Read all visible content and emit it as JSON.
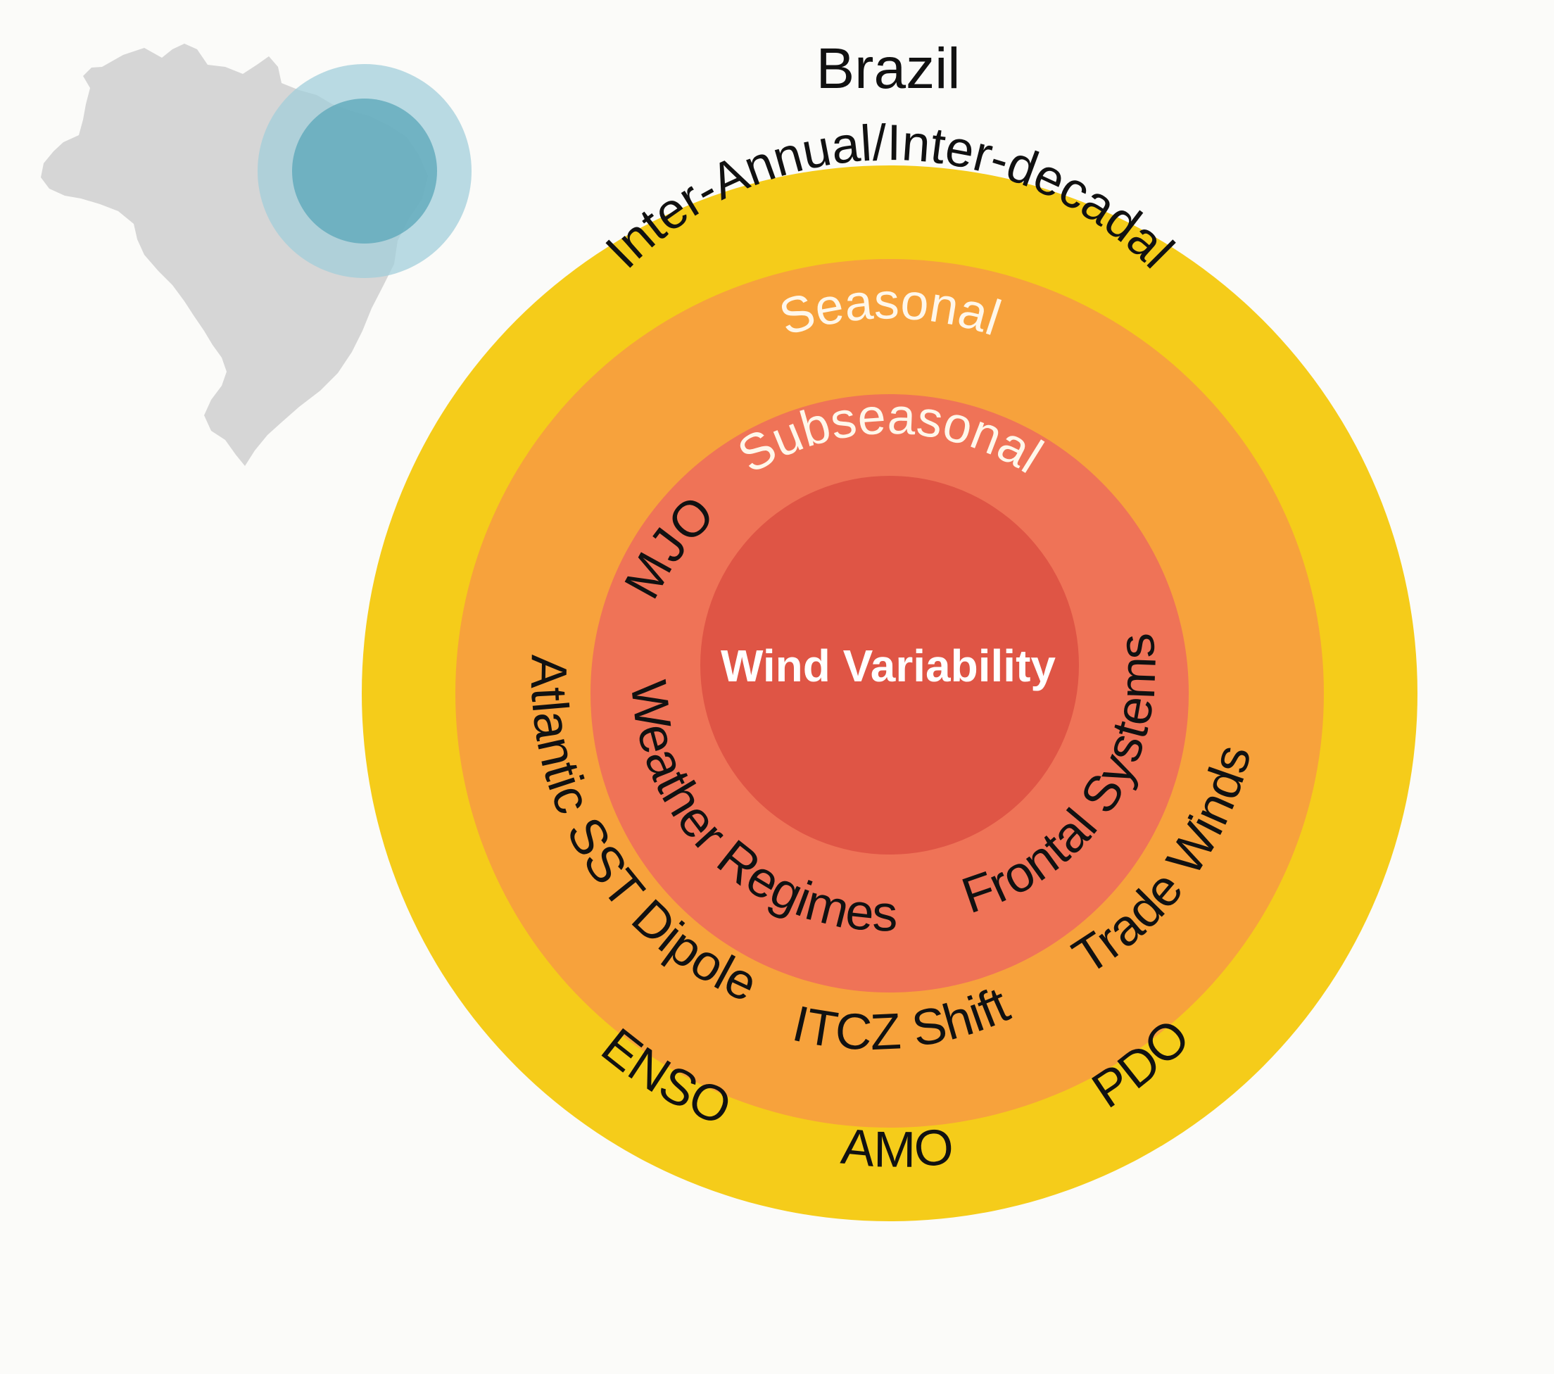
{
  "title": "Brazil",
  "colors": {
    "background": "#fbfbf9",
    "outer_ring": "#f5cc1a",
    "seasonal_ring": "#f7a23c",
    "subseasonal_ring": "#ef7357",
    "core": "#df5545",
    "map_fill": "#d6d6d6",
    "highlight_outer": "#9fcdd9",
    "highlight_inner": "#5fa9ba"
  },
  "map": {
    "icon": "brazil-map-icon",
    "highlight": "northeast-brazil-highlight"
  },
  "rings": {
    "inter_annual": {
      "label": "Inter-Annual/Inter-decadal",
      "drivers": {
        "enso": "ENSO",
        "amo": "AMO",
        "pdo": "PDO"
      }
    },
    "seasonal": {
      "label": "Seasonal",
      "drivers": {
        "atlantic_sst": "Atlantic SST Dipole",
        "itcz": "ITCZ Shift",
        "trade_winds": "Trade Winds"
      }
    },
    "subseasonal": {
      "label": "Subseasonal",
      "drivers": {
        "mjo": "MJO",
        "weather_regimes": "Weather Regimes",
        "frontal_systems": "Frontal Systems"
      }
    }
  },
  "center": {
    "label": "Wind Variability"
  }
}
